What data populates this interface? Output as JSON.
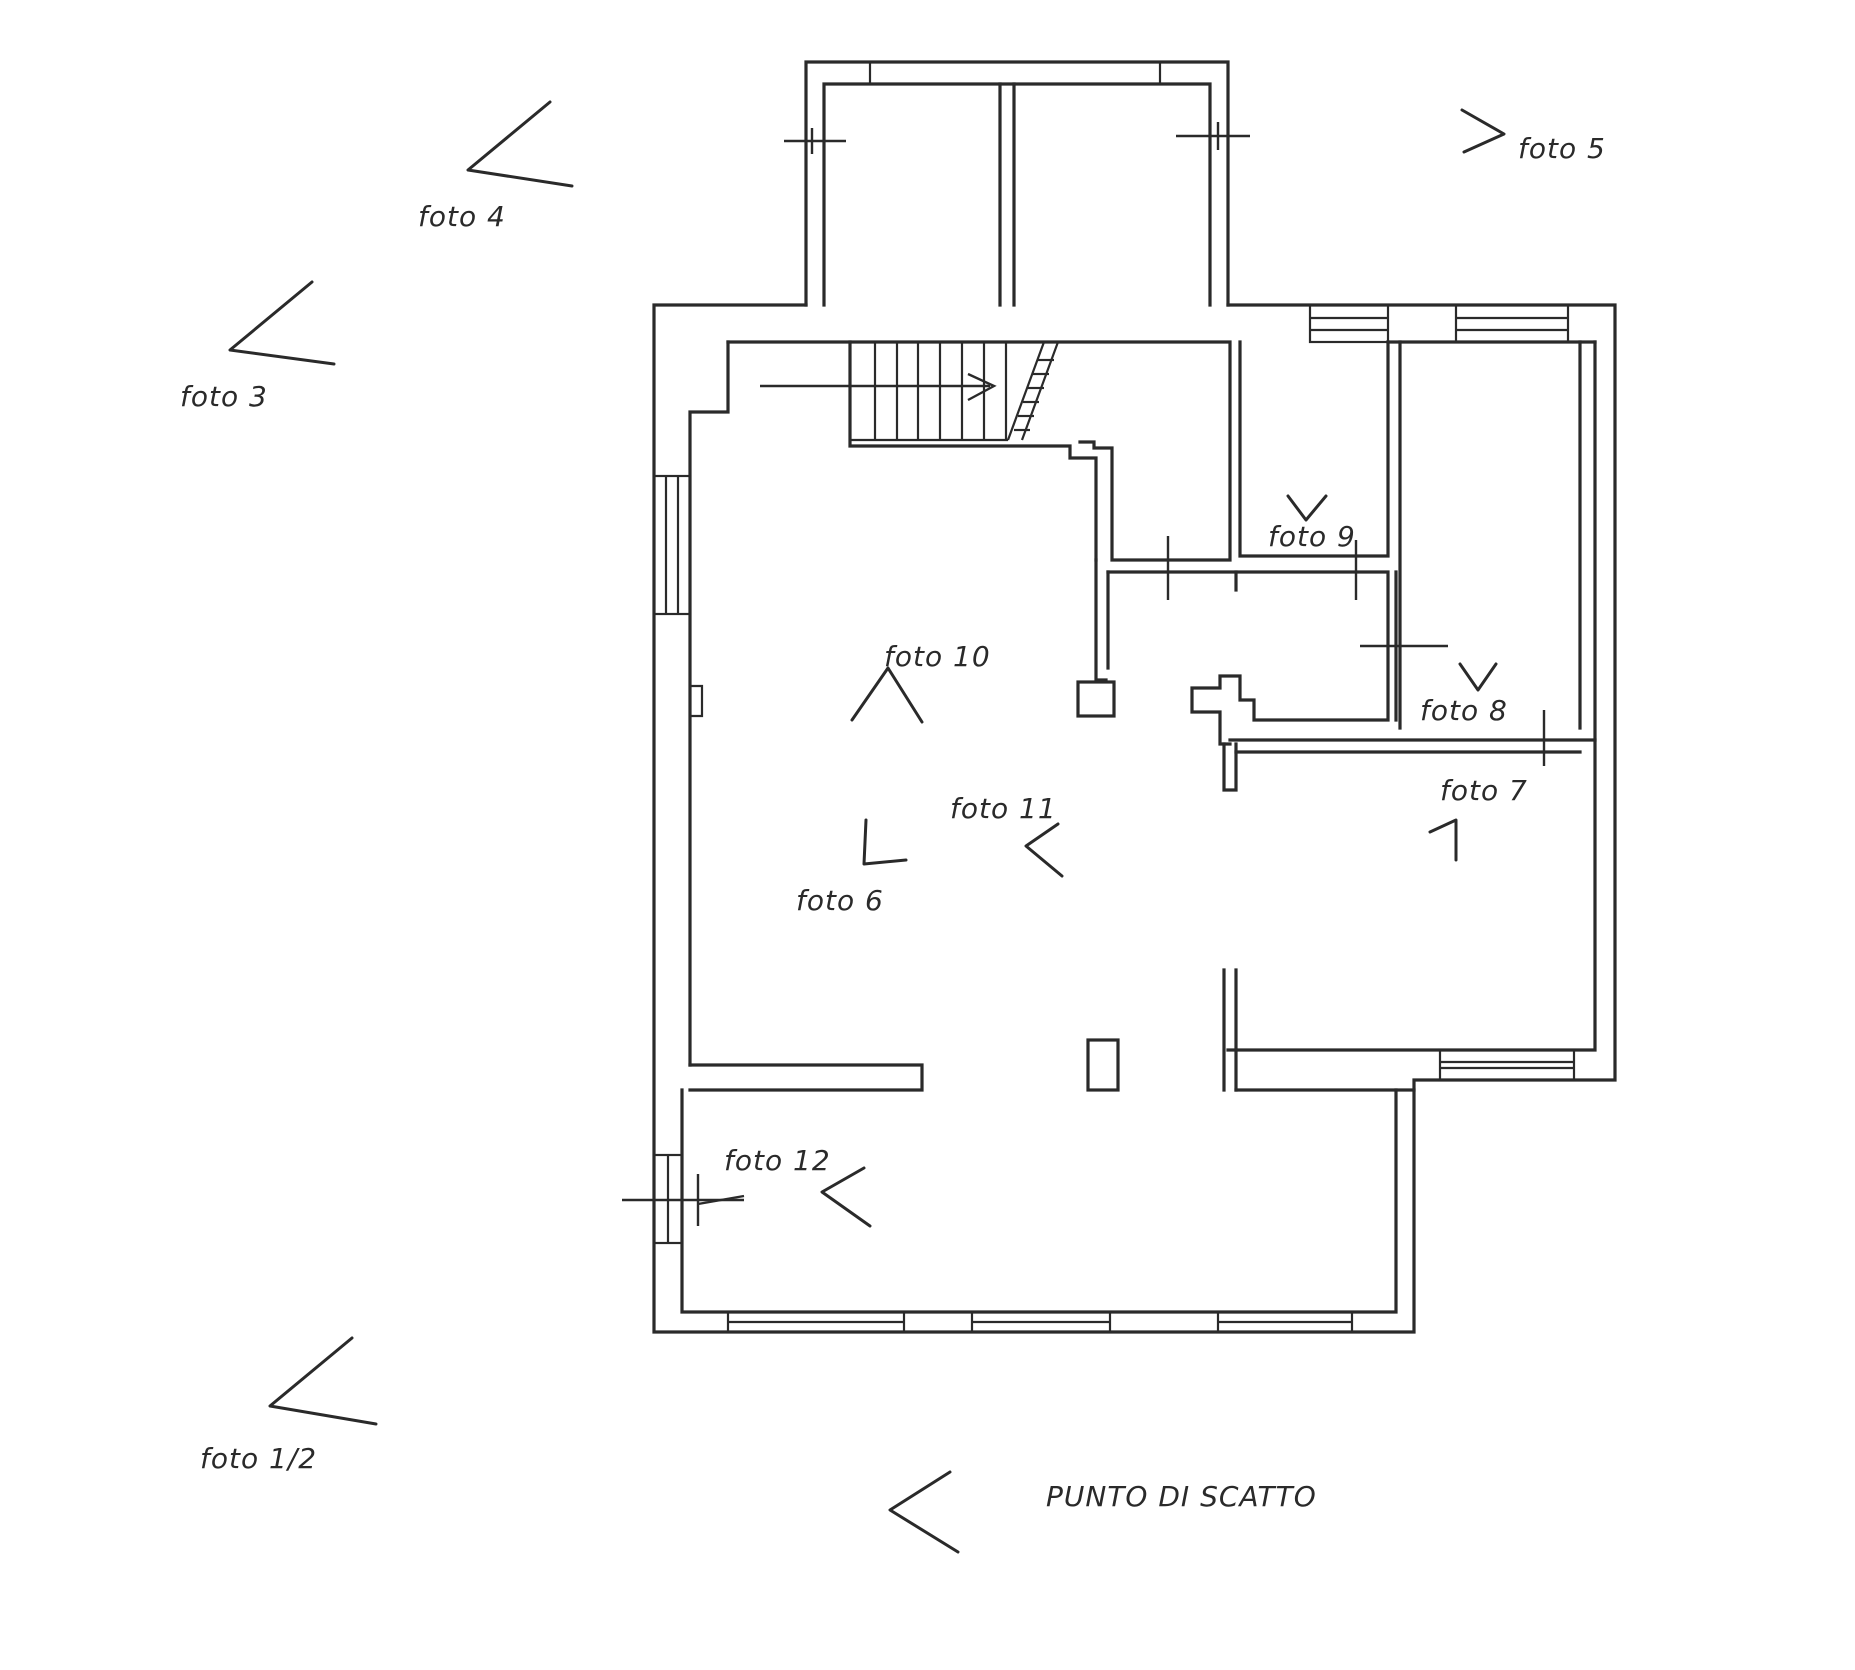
{
  "diagram": {
    "photo_labels": [
      {
        "id": "foto-4",
        "text": "foto 4"
      },
      {
        "id": "foto-5",
        "text": "foto 5"
      },
      {
        "id": "foto-3",
        "text": "foto 3"
      },
      {
        "id": "foto-9",
        "text": "foto 9"
      },
      {
        "id": "foto-10",
        "text": "foto 10"
      },
      {
        "id": "foto-8",
        "text": "foto 8"
      },
      {
        "id": "foto-7",
        "text": "foto 7"
      },
      {
        "id": "foto-11",
        "text": "foto 11"
      },
      {
        "id": "foto-6",
        "text": "foto 6"
      },
      {
        "id": "foto-12",
        "text": "foto 12"
      },
      {
        "id": "foto-1-2",
        "text": "foto 1/2"
      }
    ],
    "legend": {
      "label": "PUNTO DI SCATTO"
    },
    "colors": {
      "line": "#2a2a2a",
      "background": "#ffffff"
    }
  }
}
